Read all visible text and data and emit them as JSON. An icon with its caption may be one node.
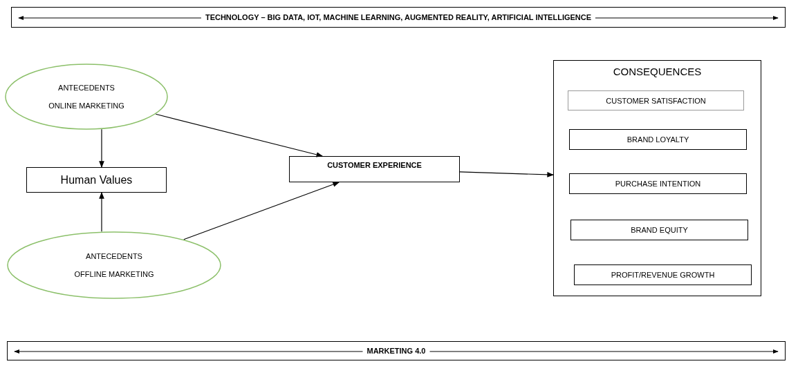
{
  "diagram": {
    "nodes": [
      {
        "text": [
          "TECHNOLOGY – BIG DATA, IOT, MACHINE LEARNING, AUGMENTED REALITY, ARTIFICIAL INTELLIGENCE"
        ]
      },
      {
        "text": [
          "ANTECEDENTS",
          "ONLINE MARKETING"
        ]
      },
      {
        "text": [
          "Human Values"
        ]
      },
      {
        "text": [
          "ANTECEDENTS",
          "OFFLINE MARKETING"
        ]
      },
      {
        "text": [
          "CUSTOMER EXPERIENCE"
        ]
      },
      {
        "text": [
          "CONSEQUENCES"
        ]
      },
      {
        "text": [
          "CUSTOMER SATISFACTION"
        ],
        "in": 5
      },
      {
        "text": [
          "BRAND LOYALTY"
        ],
        "in": 5
      },
      {
        "text": [
          "PURCHASE INTENTION"
        ],
        "in": 5
      },
      {
        "text": [
          "BRAND EQUITY"
        ],
        "in": 5
      },
      {
        "text": [
          "PROFIT/REVENUE GROWTH"
        ],
        "in": 5
      },
      {
        "text": [
          "MARKETING 4.0"
        ]
      }
    ],
    "edges": [
      {
        "from": 1,
        "to": 2,
        "arrow": "to"
      },
      {
        "from": 3,
        "to": 2,
        "arrow": "to"
      },
      {
        "from": 1,
        "to": 4,
        "arrow": "to"
      },
      {
        "from": 3,
        "to": 4,
        "arrow": "to"
      },
      {
        "from": 4,
        "to": 5,
        "arrow": "to"
      }
    ]
  }
}
